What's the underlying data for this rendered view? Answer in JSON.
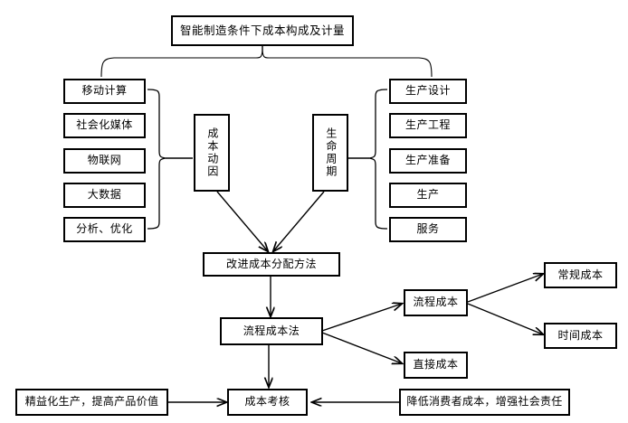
{
  "diagram": {
    "title": "智能制造条件下成本构成及计量",
    "technology_drivers": [
      {
        "label": "移动计算"
      },
      {
        "label": "社会化媒体"
      },
      {
        "label": "物联网"
      },
      {
        "label": "大数据"
      },
      {
        "label": "分析、优化"
      }
    ],
    "lifecycle_stages": [
      {
        "label": "生产设计"
      },
      {
        "label": "生产工程"
      },
      {
        "label": "生产准备"
      },
      {
        "label": "生产"
      },
      {
        "label": "服务"
      }
    ],
    "cost_driver": "成本动因",
    "life_cycle": "生命周期",
    "improve_allocation": "改进成本分配方法",
    "process_cost_method": "流程成本法",
    "process_cost": "流程成本",
    "direct_cost": "直接成本",
    "regular_cost": "常规成本",
    "time_cost": "时间成本",
    "cost_assessment": "成本考核",
    "lean_production": "精益化生产，提高产品价值",
    "reduce_consumer_cost": "降低消费者成本，增强社会责任",
    "colors": {
      "line": "#000000",
      "brace": "#555555",
      "background": "#ffffff",
      "text": "#000000"
    }
  }
}
